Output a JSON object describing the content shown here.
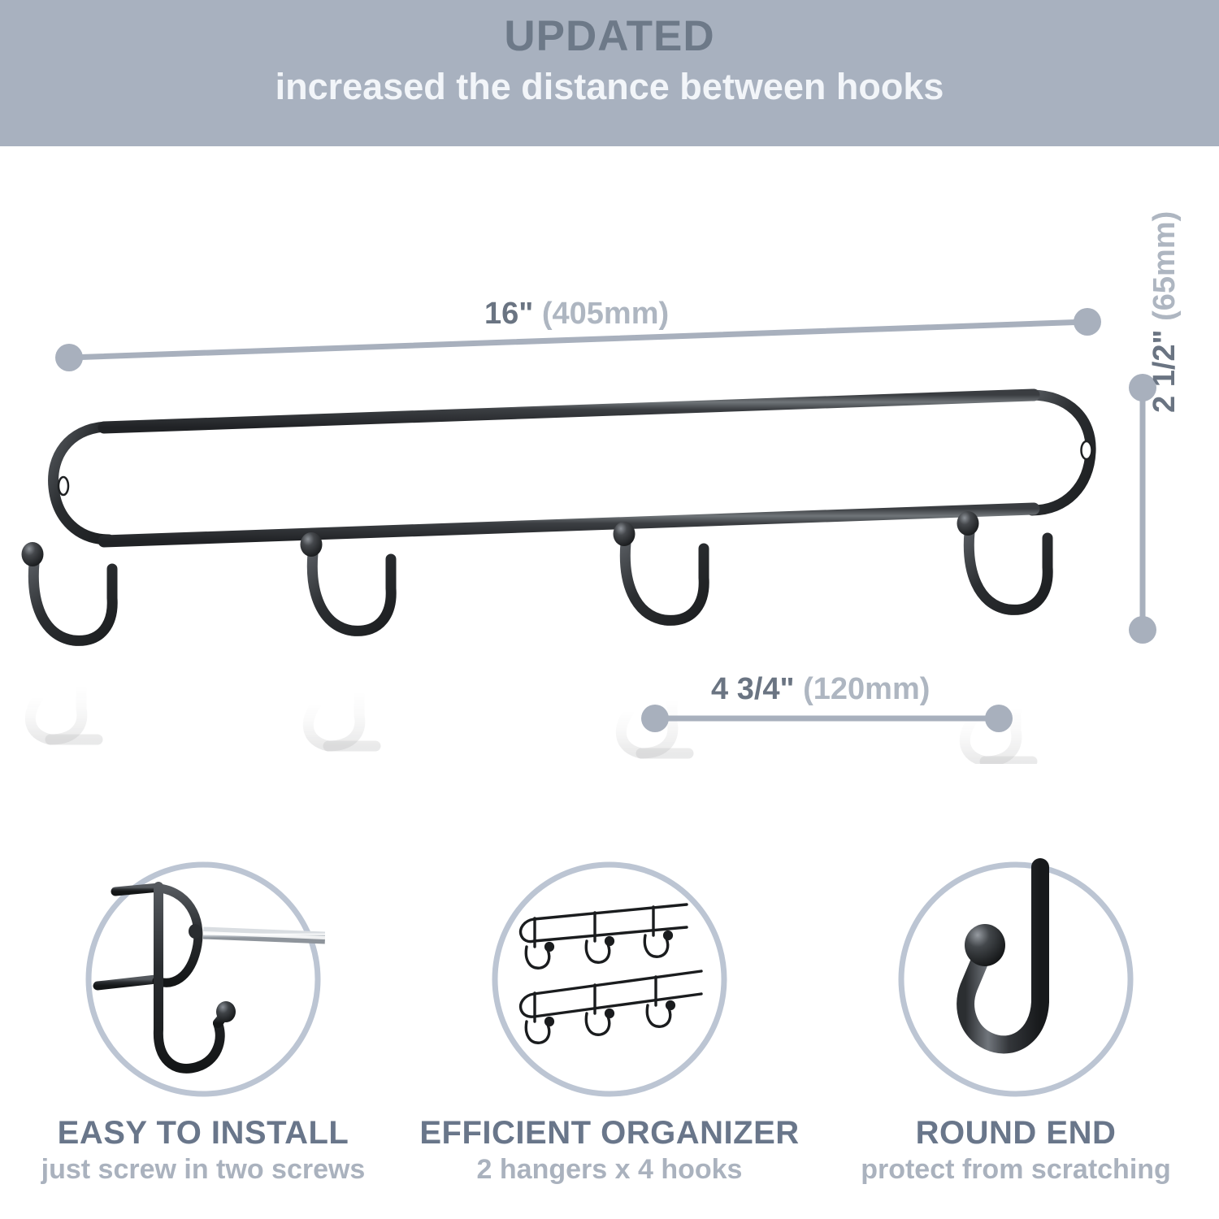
{
  "header": {
    "title": "UPDATED",
    "subtitle": "increased the distance between hooks",
    "band_color": "#a8b1bf",
    "title_color": "#6d7988",
    "subtitle_color": "#f2f5f9"
  },
  "dimensions": {
    "width": {
      "label": "16\" (405mm)",
      "inches": "16\"",
      "mm": "(405mm)",
      "orientation": "horizontal"
    },
    "height": {
      "label": "2 1/2\" (65mm)",
      "inches": "2 1/2\"",
      "mm": "(65mm)",
      "orientation": "vertical"
    },
    "hook_spacing": {
      "label": "4 3/4\" (120mm)",
      "inches": "4 3/4\"",
      "mm": "(120mm)",
      "orientation": "horizontal"
    },
    "line_color": "#a8b0bd"
  },
  "product": {
    "name": "wall-mounted-hook-rail",
    "hook_count": 4,
    "rail_color": "#2e3033",
    "highlight_color": "#6e7378"
  },
  "features": [
    {
      "icon": "screwdriver-install-icon",
      "title": "EASY TO INSTALL",
      "subtitle": "just screw in two screws"
    },
    {
      "icon": "two-hangers-icon",
      "title": "EFFICIENT ORGANIZER",
      "subtitle": "2 hangers x 4 hooks"
    },
    {
      "icon": "round-end-hook-icon",
      "title": "ROUND END",
      "subtitle": "protect from scratching"
    }
  ],
  "colors": {
    "background": "#ffffff",
    "accent_gray": "#a8b1bf",
    "text_dark": "#69768a",
    "text_light": "#aab2be"
  }
}
